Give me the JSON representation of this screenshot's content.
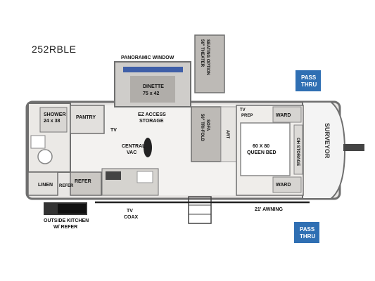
{
  "model": "252RBLE",
  "labels": {
    "panoramic_window": "PANORAMIC WINDOW",
    "theater_seating_1": "56\" THEATER",
    "theater_seating_2": "SEATING OPTION",
    "dinette_1": "DINETTE",
    "dinette_2": "75 x 42",
    "shower_1": "SHOWER",
    "shower_2": "24 x 38",
    "pantry": "PANTRY",
    "ez_access_1": "EZ ACCESS",
    "ez_access_2": "STORAGE",
    "tv_1": "TV",
    "central_vac_1": "CENTRAL",
    "central_vac_2": "VAC",
    "trifold_sofa_1": "56\" TRI-FOLD",
    "trifold_sofa_2": "SOFA",
    "art": "ART",
    "tv_prep_1": "TV",
    "tv_prep_2": "PREP",
    "ward_top": "WARD",
    "queen_bed_1": "60 X 80",
    "queen_bed_2": "QUEEN BED",
    "oh_storage": "OH STORAGE",
    "ward_bottom": "WARD",
    "linen": "LINEN",
    "refer_small": "REFER",
    "refer": "REFER",
    "outside_kitchen_1": "OUTSIDE KITCHEN",
    "outside_kitchen_2": "W/ REFER",
    "tv_coax_1": "TV",
    "tv_coax_2": "COAX",
    "awning": "21' AWNING",
    "pass_thru_top_1": "PASS",
    "pass_thru_top_2": "THRU",
    "pass_thru_bottom_1": "PASS",
    "pass_thru_bottom_2": "THRU",
    "brand": "SURVEYOR"
  },
  "colors": {
    "wall": "#8a8a8a",
    "floor": "#f2f0ee",
    "furniture": "#b9b6b3",
    "badge": "#2f6fb3"
  }
}
